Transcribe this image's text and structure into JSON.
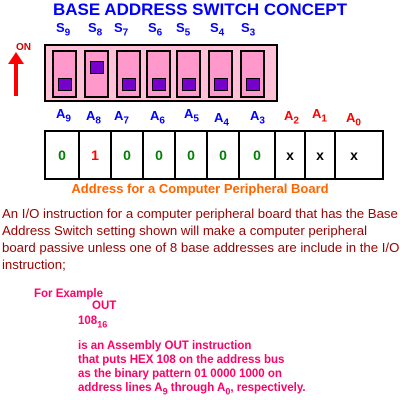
{
  "title": "BASE ADDRESS SWITCH CONCEPT",
  "on_label": "ON",
  "switch_labels": [
    {
      "letter": "S",
      "sub": "9"
    },
    {
      "letter": "S",
      "sub": "8"
    },
    {
      "letter": "S",
      "sub": "7"
    },
    {
      "letter": "S",
      "sub": "6"
    },
    {
      "letter": "S",
      "sub": "5"
    },
    {
      "letter": "S",
      "sub": "4"
    },
    {
      "letter": "S",
      "sub": "3"
    }
  ],
  "switch_states": [
    "down",
    "up",
    "down",
    "down",
    "down",
    "down",
    "down"
  ],
  "address_labels": [
    {
      "letter": "A",
      "sub": "9"
    },
    {
      "letter": "A",
      "sub": "8"
    },
    {
      "letter": "A",
      "sub": "7"
    },
    {
      "letter": "A",
      "sub": "6"
    },
    {
      "letter": "A",
      "sub": "5"
    },
    {
      "letter": "A",
      "sub": "4"
    },
    {
      "letter": "A",
      "sub": "3"
    },
    {
      "letter": "A",
      "sub": "2"
    },
    {
      "letter": "A",
      "sub": "1"
    },
    {
      "letter": "A",
      "sub": "0"
    }
  ],
  "bits": [
    "0",
    "1",
    "0",
    "0",
    "0",
    "0",
    "0",
    "x",
    "x",
    "x"
  ],
  "caption": "Address for a Computer Peripheral Board",
  "paragraph": "An I/O instruction for a computer peripheral board that has the Base Address Switch setting shown will make a computer peripheral board passive unless one of 8 base addresses are include in the I/O instruction;",
  "example": {
    "heading": "For  Example",
    "op": "OUT",
    "hex": "108",
    "hex_sub": "16",
    "line1": "is an Assembly OUT instruction",
    "line2": "that puts HEX 108 on the address bus",
    "line3": "as the binary pattern  01 0000 1000 on",
    "line4_pre": "address lines A",
    "line4_sub1": "9",
    "line4_mid": "  through A",
    "line4_sub2": "0",
    "line4_post": ", respectively."
  },
  "colors": {
    "title": "#0000ff",
    "switch_body": "#ff99cc",
    "switch_knob": "#7700cc",
    "bit_zero": "#008000",
    "bit_one": "#ff0000",
    "caption": "#ff6600",
    "paragraph": "#990000",
    "example": "#ff0066"
  }
}
